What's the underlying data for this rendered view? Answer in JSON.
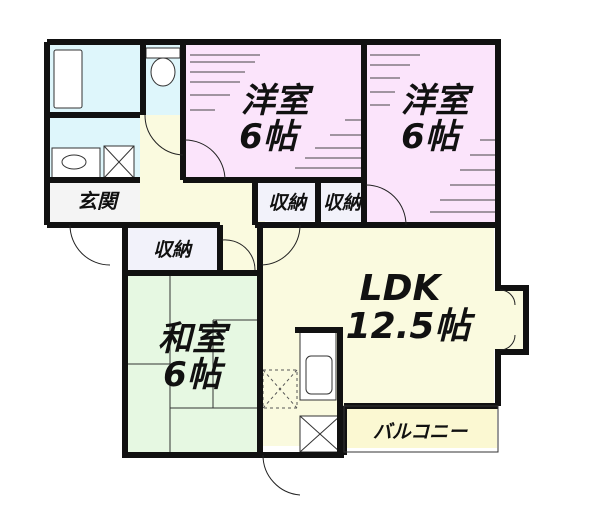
{
  "floorplan": {
    "colors": {
      "wall": "#111111",
      "western_room": "#fbe4fb",
      "ldk": "#fafadf",
      "japanese_room": "#e6f8e2",
      "wet_area": "#def6fb",
      "storage": "#f2f2fa",
      "balcony": "#fbf8d2"
    },
    "rooms": {
      "western_room_1": {
        "name": "洋室",
        "size": "6帖"
      },
      "western_room_2": {
        "name": "洋室",
        "size": "6帖"
      },
      "ldk": {
        "name": "LDK",
        "size": "12.5帖"
      },
      "japanese_room": {
        "name": "和室",
        "size": "6帖"
      },
      "entrance": {
        "name": "玄関"
      },
      "storage_1": {
        "name": "収納"
      },
      "storage_2": {
        "name": "収納"
      },
      "storage_3": {
        "name": "収納"
      },
      "balcony": {
        "name": "バルコニー"
      }
    }
  }
}
